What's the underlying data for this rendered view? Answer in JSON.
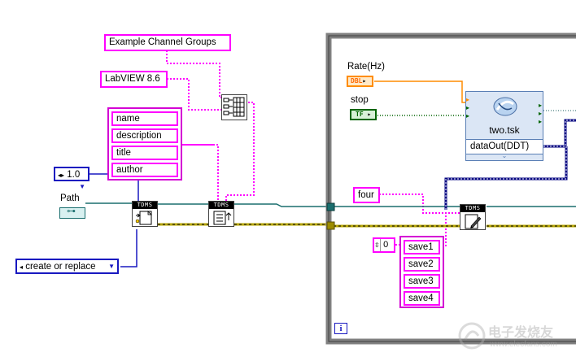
{
  "constants": {
    "channel_groups": "Example Channel Groups",
    "labview_version": "LabVIEW 8.6",
    "group_name": "four"
  },
  "property_names": [
    "name",
    "description",
    "title",
    "author"
  ],
  "controls": {
    "version_value": "1.0",
    "path_label": "Path",
    "operation_value": "create or replace",
    "rate_label": "Rate(Hz)",
    "rate_type": "DBL",
    "stop_label": "stop",
    "stop_type": "TF"
  },
  "daq_task": {
    "name": "two.tsk",
    "output": "dataOut(DDT)"
  },
  "tdms_header": "TDMS",
  "array_index": "0",
  "channel_names": [
    "save1",
    "save2",
    "save3",
    "save4"
  ],
  "loop": {
    "iteration_terminal": "i"
  },
  "watermark": {
    "name": "电子发烧友",
    "url": "www.elecfans.com"
  },
  "colors": {
    "string_wire": "#ff00ff",
    "refnum_wire": "#1a6e6e",
    "error_wire": "#b5a400",
    "daq_wire": "#000080",
    "numeric_orange": "#ff8c00",
    "boolean_green": "#006400",
    "loop_frame": "#808080"
  }
}
